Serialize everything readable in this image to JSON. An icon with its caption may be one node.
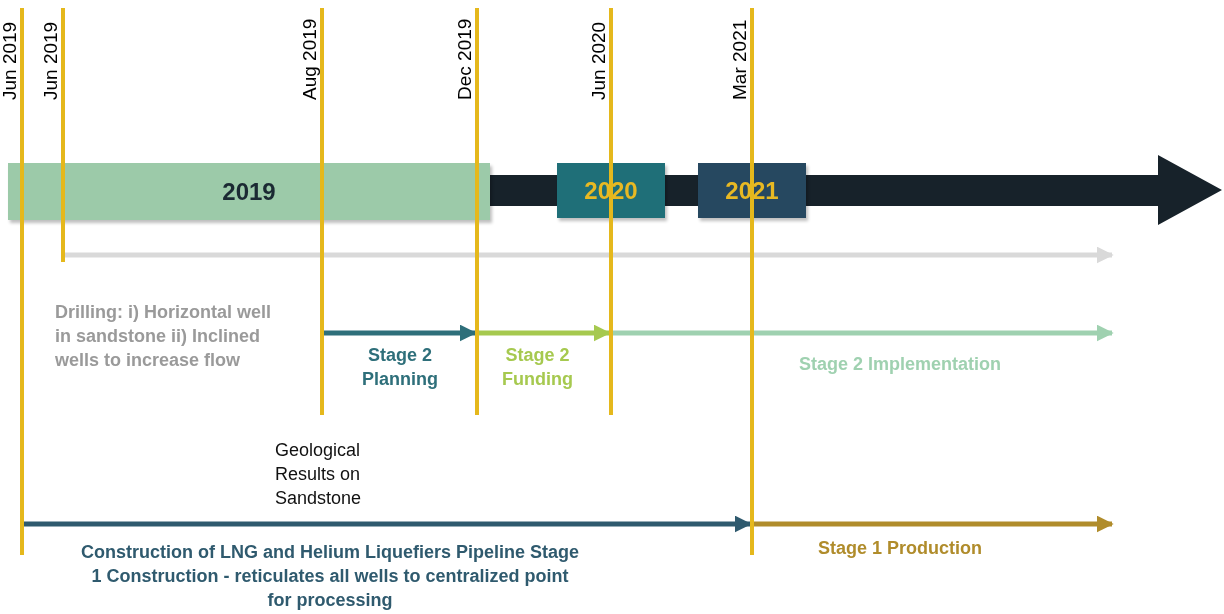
{
  "diagram": {
    "nodes": [
      {
        "text": [
          "2019"
        ]
      },
      {
        "text": [
          "2020"
        ]
      },
      {
        "text": [
          "2021"
        ]
      },
      {
        "text": [
          "Jun 2019"
        ]
      },
      {
        "text": [
          "Jun 2019"
        ]
      },
      {
        "text": [
          "Aug 2019"
        ]
      },
      {
        "text": [
          "Dec 2019"
        ]
      },
      {
        "text": [
          "Jun 2020"
        ]
      },
      {
        "text": [
          "Mar 2021"
        ]
      }
    ],
    "edges": [
      {
        "from": 4,
        "to": null,
        "arrow": "to",
        "color": "#d9d9d9",
        "label": "Drilling: i) Horizontal well in sandstone ii) Inclined wells to increase flow"
      },
      {
        "from": 5,
        "to": 6,
        "arrow": "to",
        "color": "#2e6f7a",
        "label": "Stage 2 Planning"
      },
      {
        "from": 6,
        "to": 7,
        "arrow": "to",
        "color": "#a6c94f",
        "label": "Stage 2 Funding"
      },
      {
        "from": 7,
        "to": null,
        "arrow": "to",
        "color": "#9fd1b0",
        "label": "Stage 2 Implementation"
      },
      {
        "from": 3,
        "to": 8,
        "arrow": "to",
        "color": "#2f5a6e",
        "label": "Construction of LNG and Helium Liquefiers Pipeline Stage 1 Construction - reticulates all wells to centralized point for processing"
      },
      {
        "from": 8,
        "to": null,
        "arrow": "to",
        "color": "#b08c2b",
        "label": "Stage 1 Production"
      }
    ],
    "labels": [
      "Geological Results on Sandstone"
    ]
  }
}
